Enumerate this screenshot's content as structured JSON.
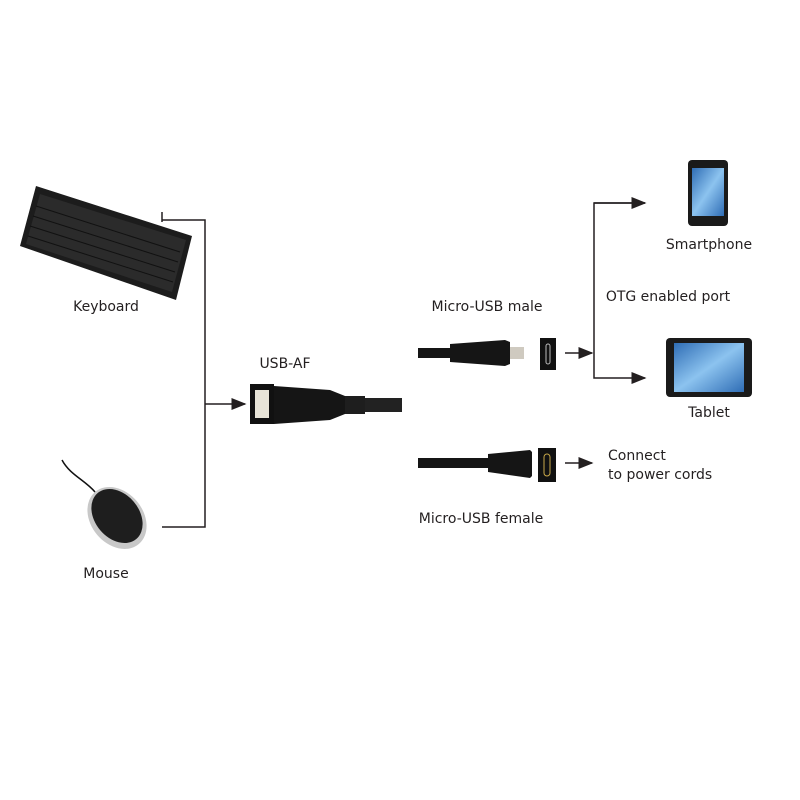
{
  "labels": {
    "keyboard": "Keyboard",
    "mouse": "Mouse",
    "usb_af": "USB-AF",
    "micro_usb_male": "Micro-USB male",
    "micro_usb_female": "Micro-USB female",
    "otg_port": "OTG enabled port",
    "smartphone": "Smartphone",
    "tablet": "Tablet",
    "connect_line1": "Connect",
    "connect_line2": "to power cords"
  },
  "colors": {
    "line": "#231f20",
    "device": "#1a1a1a",
    "screen": "#4a90d9"
  }
}
